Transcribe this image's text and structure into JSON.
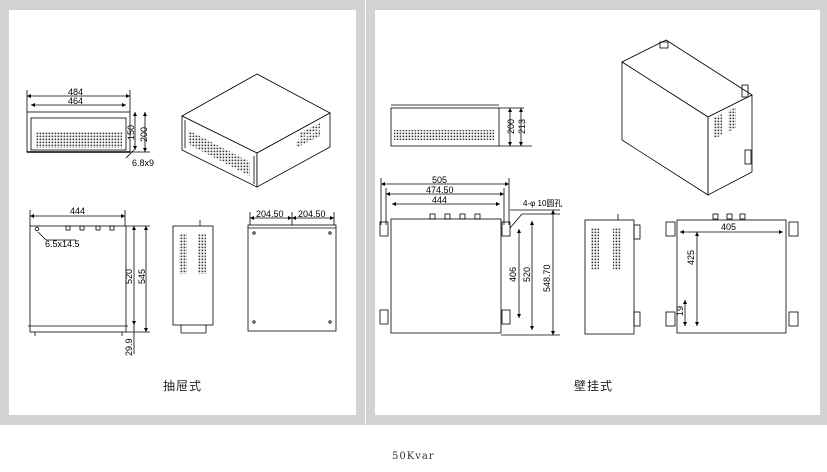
{
  "left_panel": {
    "caption": "抽屉式",
    "dims": {
      "w484": "484",
      "w464": "464",
      "h150": "150",
      "h200": "200",
      "hole": "6.8x9",
      "w444": "444",
      "slot": "6.5x14.5",
      "h520": "520",
      "h545": "545",
      "h29": "29.9",
      "w204a": "204.50",
      "w204b": "204.50"
    }
  },
  "right_panel": {
    "caption": "壁挂式",
    "dims": {
      "h200": "200",
      "h213": "213",
      "w505": "505",
      "w474": "474.50",
      "w444": "444",
      "hole": "4-φ 10圆孔",
      "h406": "406",
      "h520": "520",
      "h548": "548.70",
      "w405": "405",
      "h425": "425",
      "h19": "19"
    }
  },
  "footer": {
    "model": "50Kvar"
  }
}
